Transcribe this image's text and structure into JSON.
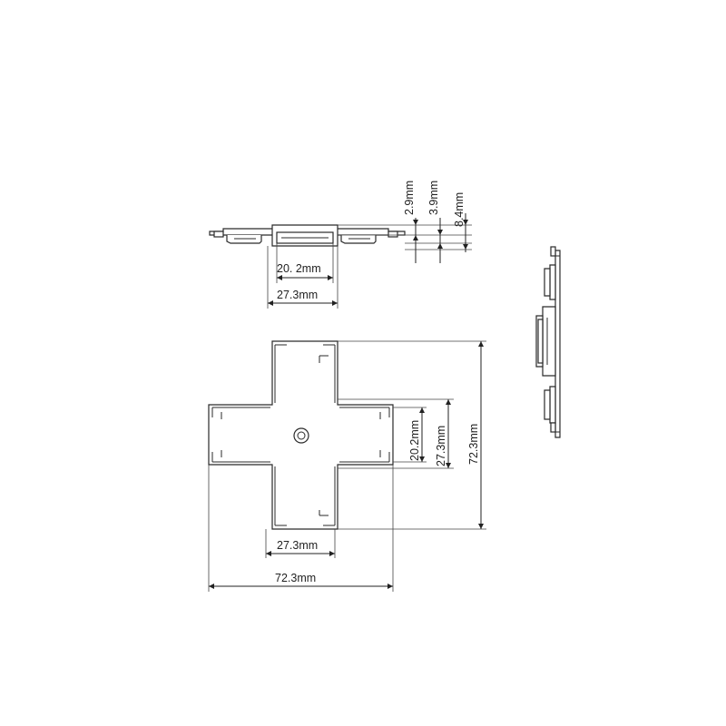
{
  "dimensions": {
    "side_h1": "2.9mm",
    "side_h2": "3.9mm",
    "side_h3": "8.4mm",
    "side_inner_width": "20. 2mm",
    "side_outer_width": "27.3mm",
    "top_arm_inner": "20.2mm",
    "top_arm_outer": "27.3mm",
    "top_height": "72.3mm",
    "top_bottom_arm": "27.3mm",
    "top_width": "72.3mm"
  }
}
